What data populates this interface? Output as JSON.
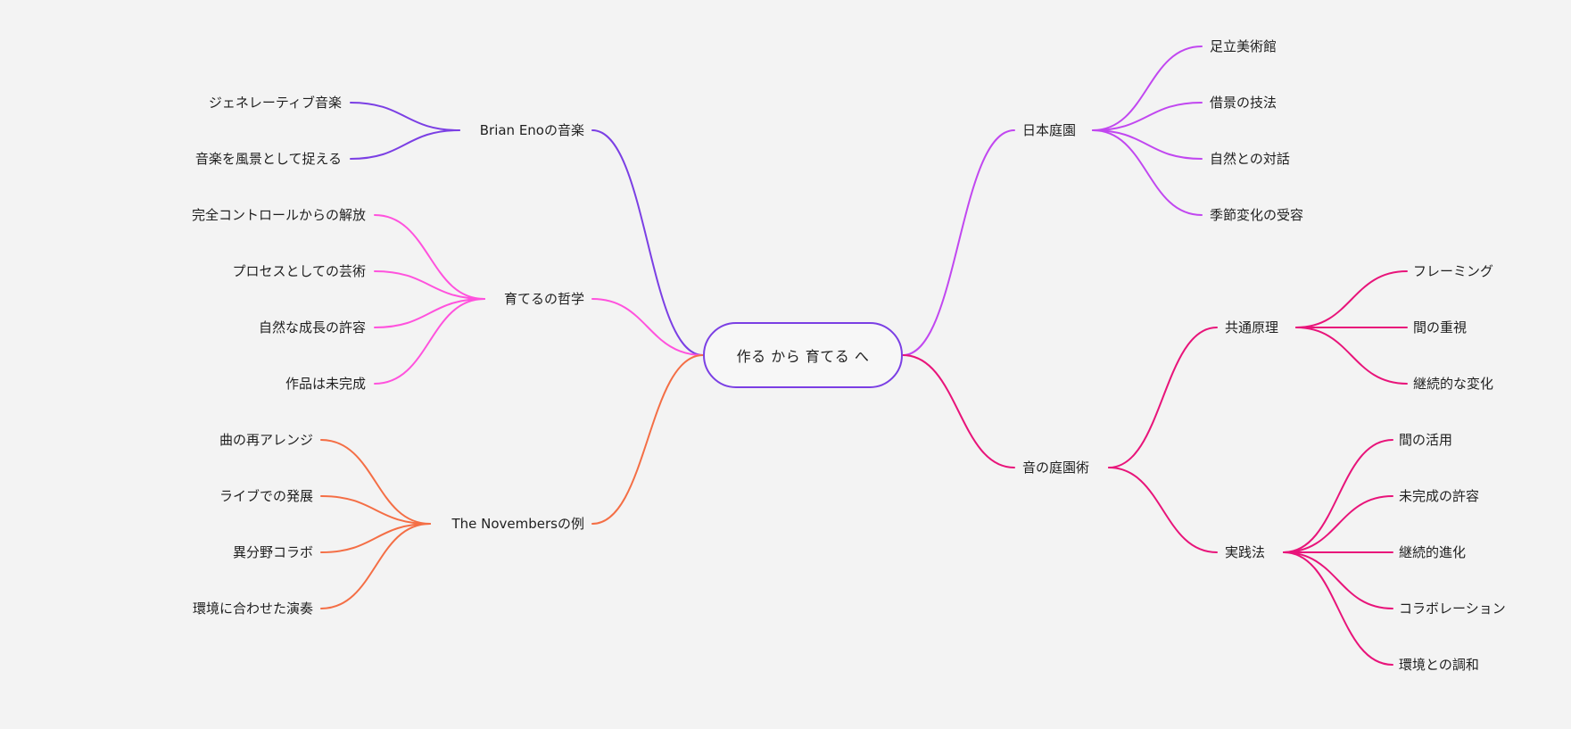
{
  "mindmap": {
    "root": "作る から 育てる へ",
    "colors": {
      "purple": "#7b3fe4",
      "pink": "#ff52dd",
      "orange": "#f46e45",
      "violet": "#c147f0",
      "magenta": "#e8147a"
    },
    "left": [
      {
        "label": "Brian Enoの音楽",
        "color": "purple",
        "children": [
          "ジェネレーティブ音楽",
          "音楽を風景として捉える"
        ]
      },
      {
        "label": "育てるの哲学",
        "color": "pink",
        "children": [
          "完全コントロールからの解放",
          "プロセスとしての芸術",
          "自然な成長の許容",
          "作品は未完成"
        ]
      },
      {
        "label": "The Novembersの例",
        "color": "orange",
        "children": [
          "曲の再アレンジ",
          "ライブでの発展",
          "異分野コラボ",
          "環境に合わせた演奏"
        ]
      }
    ],
    "right": [
      {
        "label": "日本庭園",
        "color": "violet",
        "children": [
          "足立美術館",
          "借景の技法",
          "自然との対話",
          "季節変化の受容"
        ]
      },
      {
        "label": "音の庭園術",
        "color": "magenta",
        "children": [
          {
            "label": "共通原理",
            "children": [
              "フレーミング",
              "間の重視",
              "継続的な変化"
            ]
          },
          {
            "label": "実践法",
            "children": [
              "間の活用",
              "未完成の許容",
              "継続的進化",
              "コラボレーション",
              "環境との調和"
            ]
          }
        ]
      }
    ]
  }
}
